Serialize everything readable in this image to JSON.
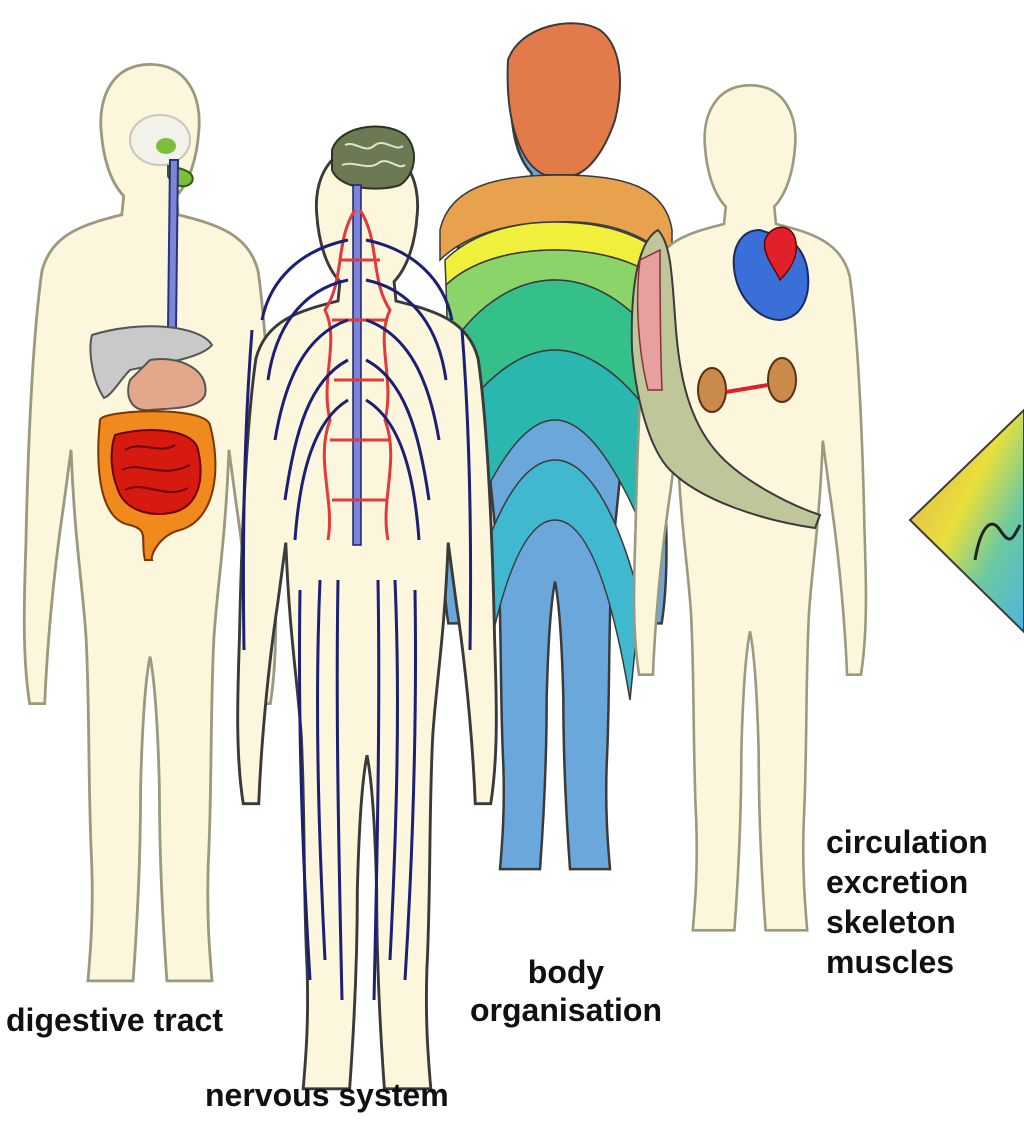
{
  "figure_labels": {
    "digestive_tract": "digestive tract",
    "nervous_system": "nervous system",
    "body_organisation": [
      "body",
      "organisation"
    ],
    "other_systems": [
      "circulation",
      "excretion",
      "skeleton",
      "muscles"
    ]
  },
  "colors": {
    "skin": "#fbf6dc",
    "outline": "#3a3a3a",
    "esophagus": "#7b86d6",
    "liver": "#c9c9c9",
    "stomach": "#e2a889",
    "large_intestine": "#f08a1c",
    "small_intestine": "#d61a10",
    "salivary_gland": "#7bbf3a",
    "brain": "#6b7a52",
    "nerves": "#1c1f74",
    "spinal_nerves": "#e23a3a",
    "heart_red": "#e0202a",
    "heart_blue": "#3b6fd8",
    "kidney": "#c98a4a",
    "muscle": "#e6a0a0",
    "bone": "#bfc79a",
    "layer_colors": [
      "#e27a4a",
      "#e8a24e",
      "#f0ef3c",
      "#8bd46a",
      "#35c08a",
      "#2ab7b0",
      "#3fb8d0",
      "#5aaee0",
      "#6aa8dc"
    ],
    "prism": [
      "#e8a24e",
      "#e8e03c",
      "#6cc9a0",
      "#4fb4e0"
    ]
  }
}
